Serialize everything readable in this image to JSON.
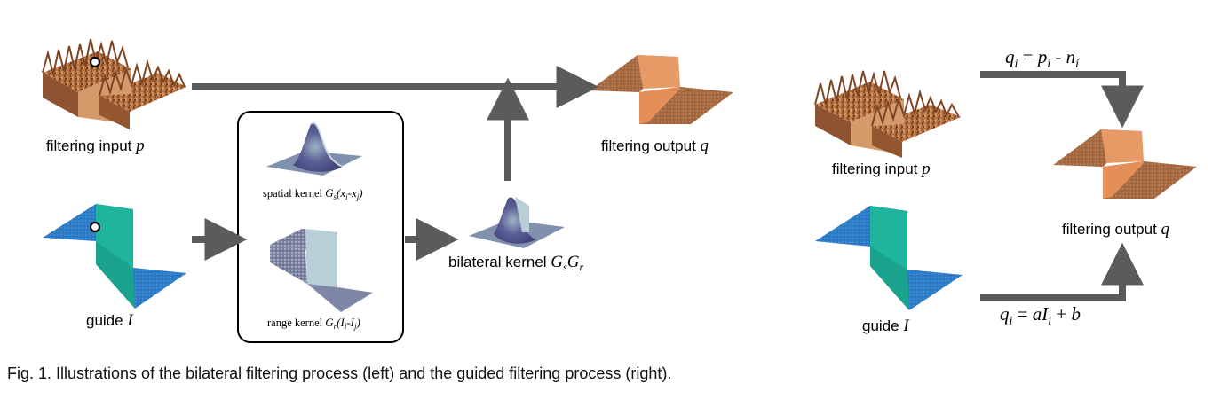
{
  "left": {
    "input_label": "filtering input",
    "input_var": "p",
    "guide_label": "guide",
    "guide_var": "I",
    "output_label": "filtering output",
    "output_var": "q",
    "spatial_label": "spatial kernel",
    "spatial_G": "G",
    "spatial_sub": "s",
    "spatial_arg": "(x",
    "spatial_i": "i",
    "spatial_mid": "-x",
    "spatial_j": "j",
    "spatial_close": ")",
    "range_label": "range kernel",
    "range_G": "G",
    "range_sub": "r",
    "range_arg": "(I",
    "range_i": "i",
    "range_mid": "-I",
    "range_j": "j",
    "range_close": ")",
    "bilateral_label": "bilateral kernel",
    "bilateral_G1": "G",
    "bilateral_s": "s",
    "bilateral_G2": "G",
    "bilateral_r": "r"
  },
  "right": {
    "input_label": "filtering input",
    "input_var": "p",
    "guide_label": "guide",
    "guide_var": "I",
    "output_label": "filtering output",
    "output_var": "q",
    "eq_top": {
      "q": "q",
      "i1": "i",
      "eq": " = ",
      "p": "p",
      "i2": "i",
      "minus": " - ",
      "n": "n",
      "i3": "i"
    },
    "eq_bottom": {
      "q": "q",
      "i1": "i",
      "eq": " = ",
      "a": "aI",
      "i2": "i",
      "plus": " + ",
      "b": "b"
    }
  },
  "caption": "Fig. 1. Illustrations of the bilateral filtering process (left) and the guided filtering process (right).",
  "colors": {
    "arrow": "#5b5b5b",
    "input_surface": "#b9764a",
    "output_surface": "#a8693f",
    "guide_surface": "#2f7fc8",
    "guide_step": "#1fb59c",
    "kernel_plane": "#7f8fae",
    "kernel_peak": "#4b4f86"
  }
}
